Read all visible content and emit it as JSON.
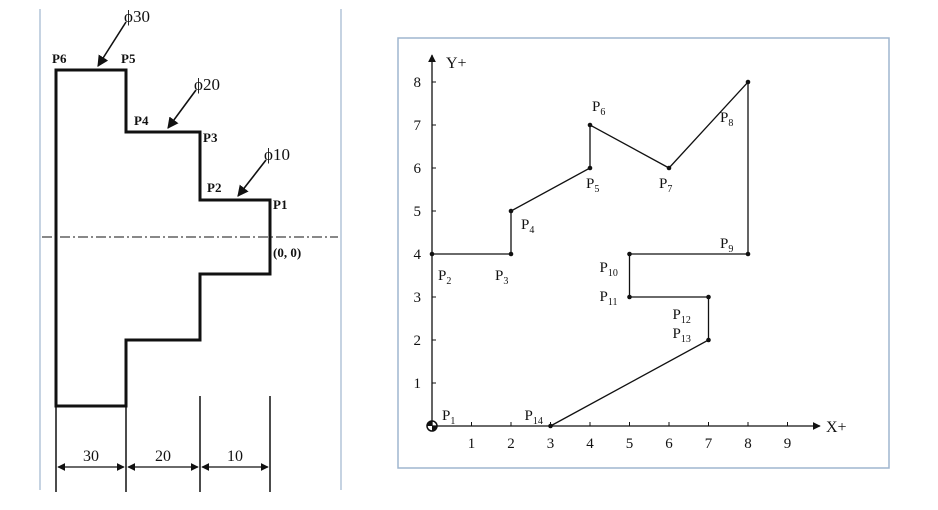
{
  "left_figure": {
    "diameter_labels": {
      "d30": "ϕ30",
      "d20": "ϕ20",
      "d10": "ϕ10"
    },
    "point_labels": {
      "P1": "P1",
      "P2": "P2",
      "P3": "P3",
      "P4": "P4",
      "P5": "P5",
      "P6": "P6"
    },
    "origin_label": "(0, 0)",
    "dimensions": {
      "d1": "30",
      "d2": "20",
      "d3": "10"
    }
  },
  "right_figure": {
    "x_axis_label": "X+",
    "y_axis_label": "Y+",
    "x_ticks": [
      1,
      2,
      3,
      4,
      5,
      6,
      7,
      8,
      9
    ],
    "y_ticks": [
      1,
      2,
      3,
      4,
      5,
      6,
      7,
      8
    ],
    "points": [
      {
        "label": "P",
        "sub": "1",
        "x": 0,
        "y": 0
      },
      {
        "label": "P",
        "sub": "2",
        "x": 0,
        "y": 4
      },
      {
        "label": "P",
        "sub": "3",
        "x": 2,
        "y": 4
      },
      {
        "label": "P",
        "sub": "4",
        "x": 2,
        "y": 5
      },
      {
        "label": "P",
        "sub": "5",
        "x": 4,
        "y": 6
      },
      {
        "label": "P",
        "sub": "6",
        "x": 4,
        "y": 7
      },
      {
        "label": "P",
        "sub": "7",
        "x": 6,
        "y": 6
      },
      {
        "label": "P",
        "sub": "8",
        "x": 8,
        "y": 8
      },
      {
        "label": "P",
        "sub": "9",
        "x": 8,
        "y": 4
      },
      {
        "label": "P",
        "sub": "10",
        "x": 5,
        "y": 4
      },
      {
        "label": "P",
        "sub": "11",
        "x": 5,
        "y": 3
      },
      {
        "label": "P",
        "sub": "12",
        "x": 7,
        "y": 3
      },
      {
        "label": "P",
        "sub": "13",
        "x": 7,
        "y": 2
      },
      {
        "label": "P",
        "sub": "14",
        "x": 3,
        "y": 0
      }
    ]
  }
}
